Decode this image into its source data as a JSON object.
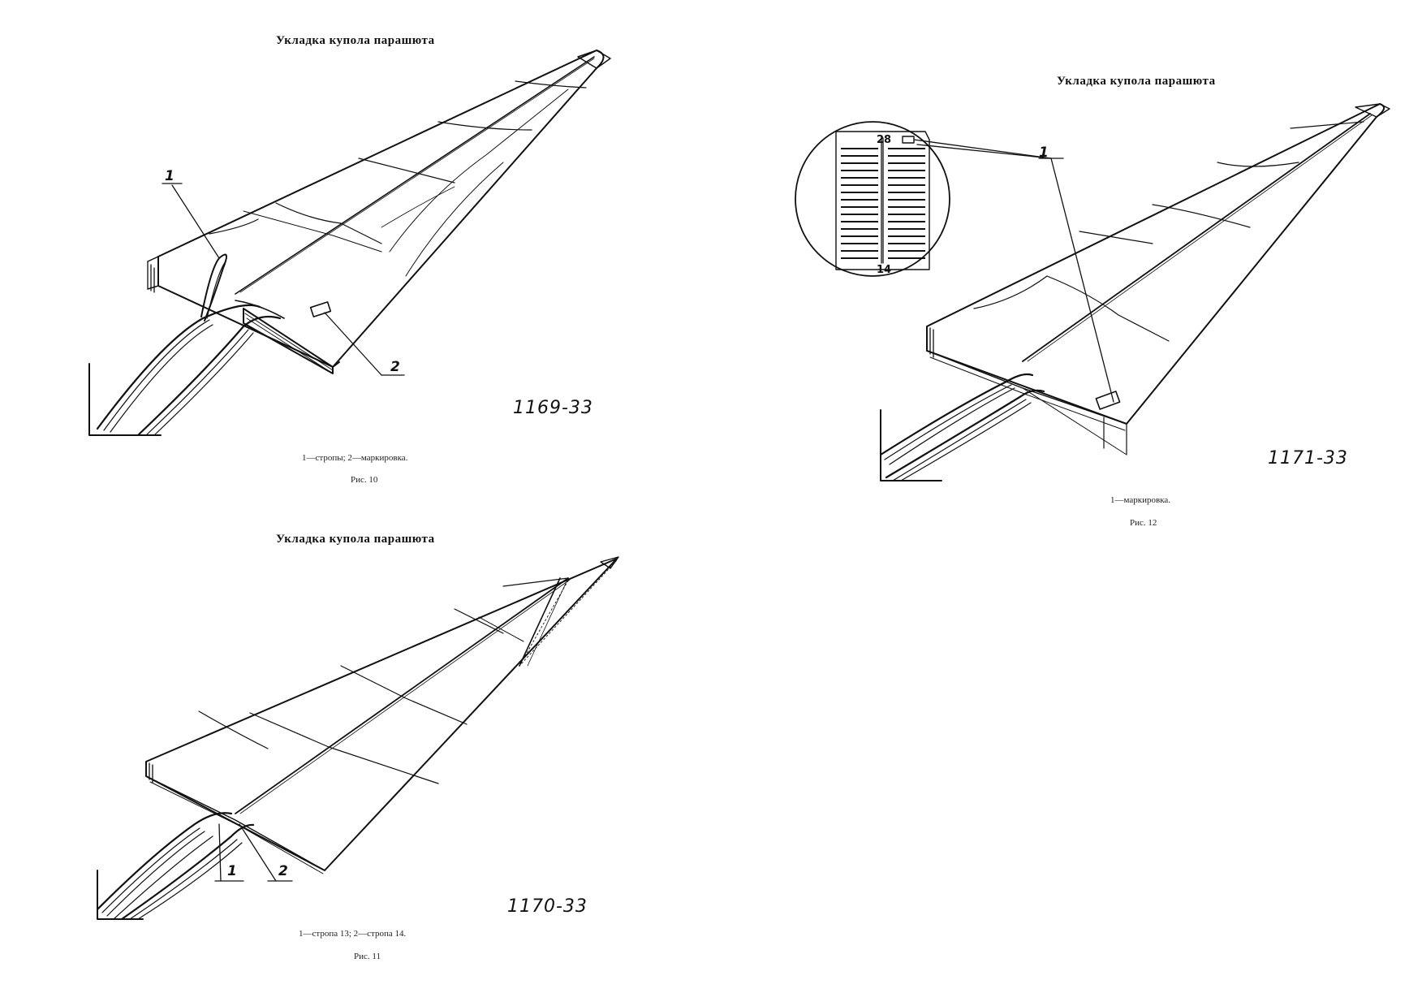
{
  "figures": [
    {
      "id": "fig10",
      "title": "Укладка купола парашюта",
      "drawing_number": "1169-33",
      "callouts": [
        "1",
        "2"
      ],
      "caption": "1—стропы; 2—маркировка.",
      "figure_label": "Рис. 10"
    },
    {
      "id": "fig11",
      "title": "Укладка купола парашюта",
      "drawing_number": "1170-33",
      "callouts": [
        "1",
        "2"
      ],
      "caption": "1—стропа 13; 2—стропа 14.",
      "figure_label": "Рис. 11"
    },
    {
      "id": "fig12",
      "title": "Укладка купола парашюта",
      "drawing_number": "1171-33",
      "callouts": [
        "1"
      ],
      "marking_numbers": [
        "28",
        "14"
      ],
      "caption": "1—маркировка.",
      "figure_label": "Рис. 12"
    }
  ]
}
